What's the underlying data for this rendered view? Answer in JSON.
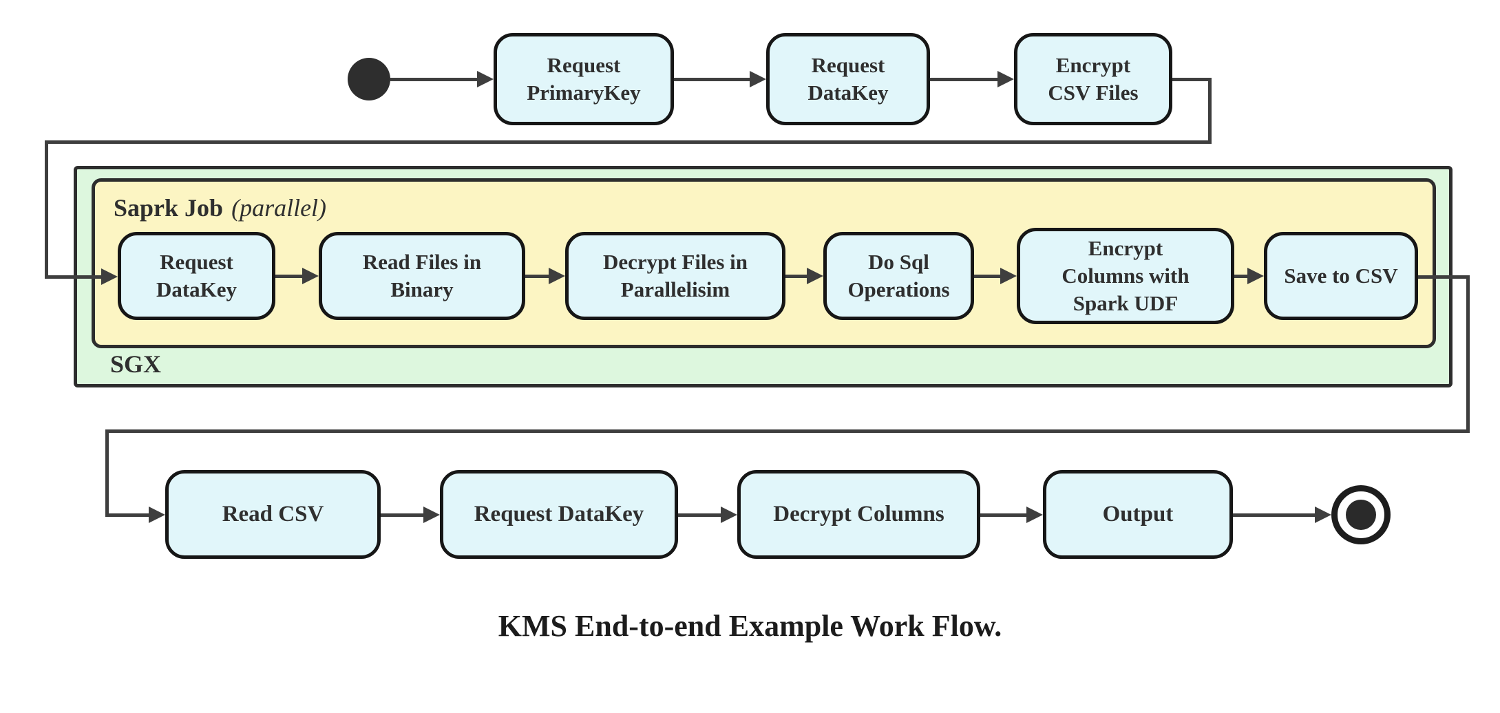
{
  "diagram": {
    "caption": "KMS End-to-end Example Work Flow.",
    "colors": {
      "node_fill": "#e1f6fa",
      "node_border": "#161616",
      "sgx_container_fill": "#ddf7de",
      "spark_container_fill": "#fcf5c3",
      "container_border": "#2d2d2d",
      "connector": "#3e3e3e",
      "text": "#2f2f2f",
      "start_end_node": "#2e2e2e"
    },
    "top_row": {
      "nodes": [
        {
          "label": "Request\nPrimaryKey"
        },
        {
          "label": "Request\nDataKey"
        },
        {
          "label": "Encrypt\nCSV Files"
        }
      ]
    },
    "sgx": {
      "label": "SGX",
      "spark": {
        "label": "Saprk Job",
        "qualifier": "(parallel)",
        "nodes": [
          {
            "label": "Request\nDataKey"
          },
          {
            "label": "Read Files in\nBinary"
          },
          {
            "label": "Decrypt Files in\nParallelisim"
          },
          {
            "label": "Do Sql\nOperations"
          },
          {
            "label": "Encrypt\nColumns with\nSpark UDF"
          },
          {
            "label": "Save to CSV"
          }
        ]
      }
    },
    "bottom_row": {
      "nodes": [
        {
          "label": "Read CSV"
        },
        {
          "label": "Request DataKey"
        },
        {
          "label": "Decrypt Columns"
        },
        {
          "label": "Output"
        }
      ]
    }
  }
}
